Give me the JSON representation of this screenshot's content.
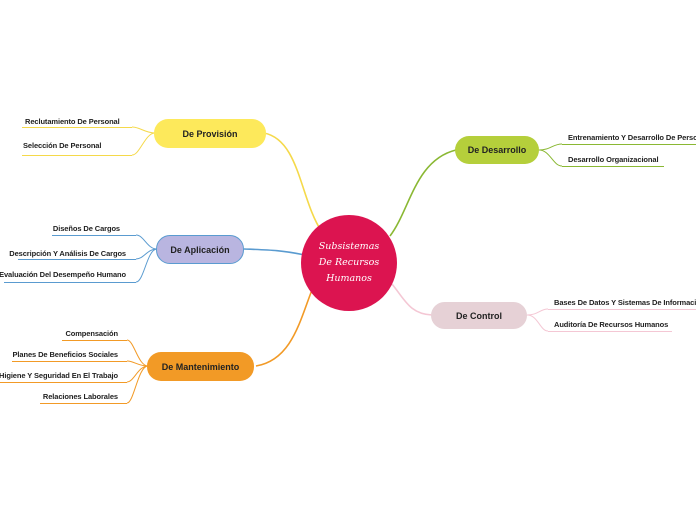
{
  "center": {
    "lines": [
      "Subsistemas",
      "De Recursos",
      "Humanos"
    ],
    "color": "#dc1450"
  },
  "branches": {
    "provision": {
      "label": "De Provisión",
      "color": "#fde95b",
      "line_color": "#f5d94a",
      "items": [
        "Reclutamiento De Personal",
        "Selección De Personal"
      ]
    },
    "aplicacion": {
      "label": "De Aplicación",
      "color": "#b9b5e0",
      "line_color": "#5a9bd0",
      "items": [
        "Diseños De Cargos",
        "Descripción Y Análisis De Cargos",
        "Evaluación Del Desempeño Humano"
      ]
    },
    "mantenimiento": {
      "label": "De Mantenimiento",
      "color": "#f29a26",
      "line_color": "#f29a26",
      "items": [
        "Compensación",
        "Planes De Beneficios Sociales",
        "Higiene Y Seguridad En El Trabajo",
        "Relaciones Laborales"
      ]
    },
    "desarrollo": {
      "label": "De Desarrollo",
      "color": "#b5cf3b",
      "line_color": "#8ab833",
      "items": [
        "Entrenamiento Y Desarrollo De Perso",
        "Desarrollo Organizacional"
      ]
    },
    "control": {
      "label": "De  Control",
      "color": "#e6d1d6",
      "line_color": "#f0c4d0",
      "items": [
        "Bases De Datos Y Sistemas De Informació",
        "Auditoría De Recursos Humanos"
      ]
    }
  }
}
